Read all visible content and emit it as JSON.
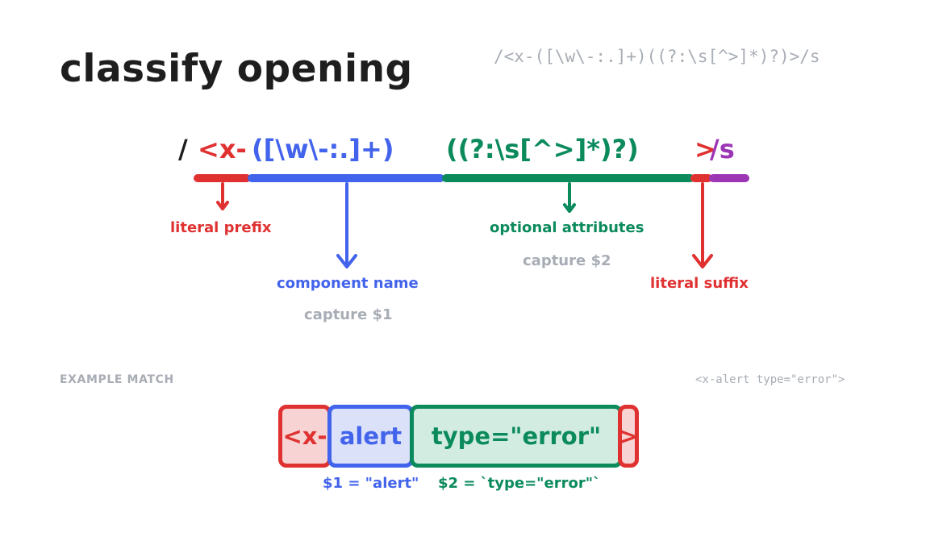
{
  "title": "classify opening",
  "regex_full": "/<x-([\\w\\-:.]+)((?:\\s[^>]*)?)>/s",
  "segments": {
    "slash": "/",
    "prefix": "<x-",
    "name_group": "([\\w\\-:.]+)",
    "attr_group": "((?:\\s[^>]*)?)",
    "suffix_gt": ">",
    "suffix_flag": "/s"
  },
  "labels": {
    "literal_prefix": "literal prefix",
    "component_name": "component name",
    "capture_1": "capture $1",
    "optional_attributes": "optional attributes",
    "capture_2": "capture $2",
    "literal_suffix": "literal suffix"
  },
  "example": {
    "heading": "EXAMPLE MATCH",
    "raw": "<x-alert type=\"error\">",
    "part_prefix": "<x-",
    "part_name": "alert",
    "part_attrs": "type=\"error\"",
    "part_suffix": ">",
    "result_1": "$1 = \"alert\"",
    "result_2": "$2 = `type=\"error\"`"
  },
  "colors": {
    "red": "#e03131",
    "blue": "#4263eb",
    "green": "#0b8a5c",
    "purple": "#9c36b5",
    "muted": "#a8adb5",
    "ink": "#1e1e1e"
  }
}
